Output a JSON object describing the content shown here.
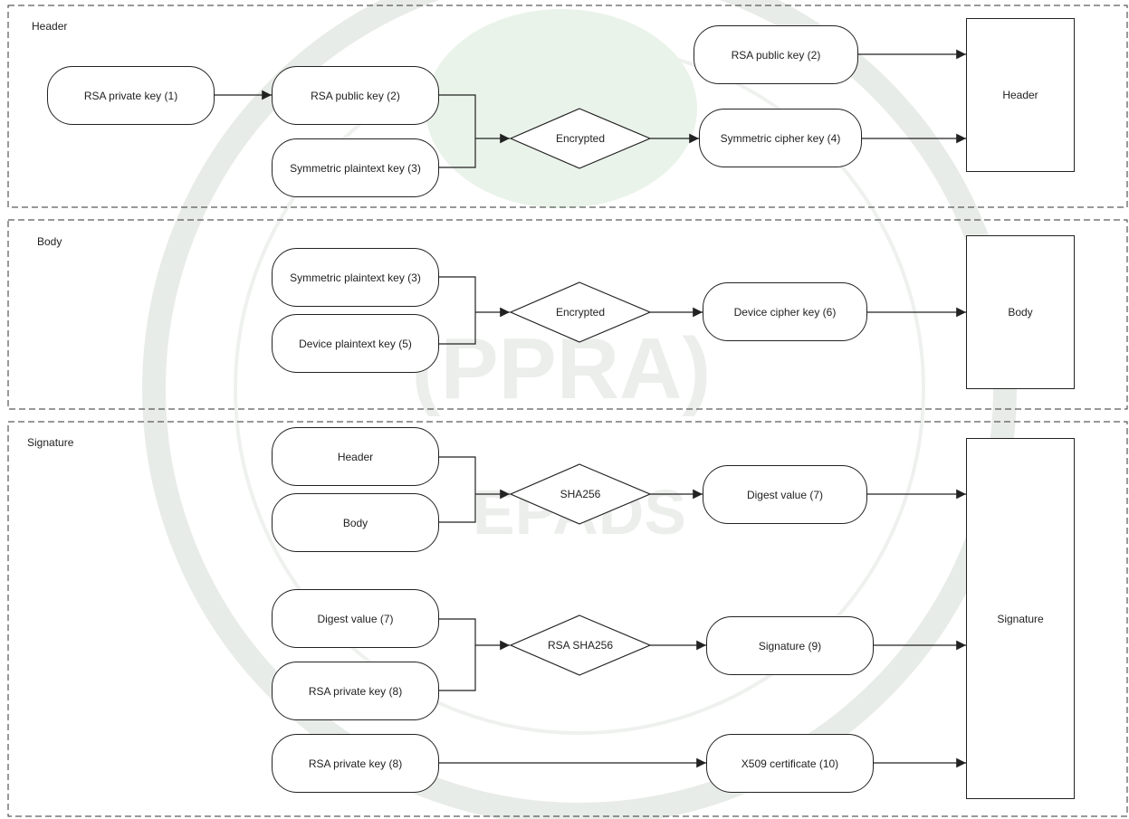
{
  "sections": {
    "header": {
      "label": "Header"
    },
    "body": {
      "label": "Body"
    },
    "signature": {
      "label": "Signature"
    }
  },
  "nodes": {
    "h_rsa_private": "RSA private key (1)",
    "h_rsa_public": "RSA public key (2)",
    "h_sym_plain": "Symmetric plaintext key (3)",
    "h_encrypted": "Encrypted",
    "h_rsa_public_out": "RSA public key (2)",
    "h_sym_cipher": "Symmetric cipher key (4)",
    "h_target": "Header",
    "b_sym_plain": "Symmetric plaintext key (3)",
    "b_device_plain": "Device plaintext key (5)",
    "b_encrypted": "Encrypted",
    "b_device_cipher": "Device cipher key (6)",
    "b_target": "Body",
    "s_header": "Header",
    "s_body": "Body",
    "s_sha256": "SHA256",
    "s_digest_out": "Digest value (7)",
    "s_digest_in": "Digest value (7)",
    "s_rsa_private_a": "RSA private key (8)",
    "s_rsa_sha256": "RSA SHA256",
    "s_signature_out": "Signature (9)",
    "s_rsa_private_b": "RSA private key (8)",
    "s_x509": "X509 certificate (10)",
    "s_target": "Signature"
  },
  "watermark": {
    "text": "(PPRA)",
    "sub_text": "EPADS"
  }
}
